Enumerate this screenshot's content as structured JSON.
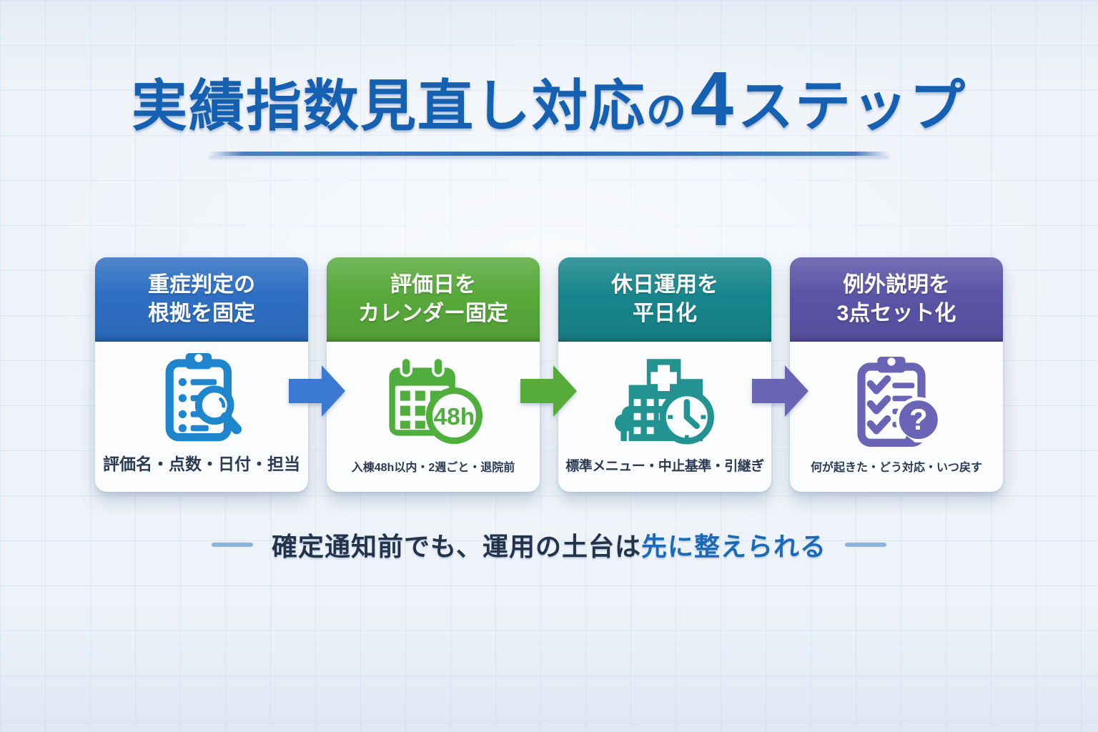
{
  "title": {
    "part1": "実績指数見直し対応",
    "particle": "の",
    "number": "4",
    "suffix": "ステップ",
    "accent_color": "#1660b2"
  },
  "steps": [
    {
      "header_line1": "重症判定の",
      "header_line2": "根拠を固定",
      "caption": "評価名・点数・日付・担当",
      "header_color": "#2e6fc3",
      "icon": "clipboard-magnifier-icon",
      "icon_color": "#1f86cd"
    },
    {
      "header_line1": "評価日を",
      "header_line2": "カレンダー固定",
      "caption": "入棟48h以内・2週ごと・退院前",
      "header_color": "#58a93b",
      "icon": "calendar-48h-icon",
      "icon_color": "#4fae3c",
      "badge": "48h"
    },
    {
      "header_line1": "休日運用を",
      "header_line2": "平日化",
      "caption": "標準メニュー・中止基準・引継ぎ",
      "header_color": "#17868c",
      "icon": "hospital-clock-icon",
      "icon_color": "#229390"
    },
    {
      "header_line1": "例外説明を",
      "header_line2": "3点セット化",
      "caption": "何が起きた・どう対応・いつ戻す",
      "header_color": "#5b54a7",
      "icon": "clipboard-question-icon",
      "icon_color": "#6b64b6",
      "bubble_text": "?"
    }
  ],
  "arrows": [
    {
      "color": "#3a7ad2"
    },
    {
      "color": "#56ab3a"
    },
    {
      "color": "#6a64b4"
    }
  ],
  "footer": {
    "text_normal": "確定通知前でも、運用の土台は",
    "text_emphasis": "先に整えられる"
  }
}
